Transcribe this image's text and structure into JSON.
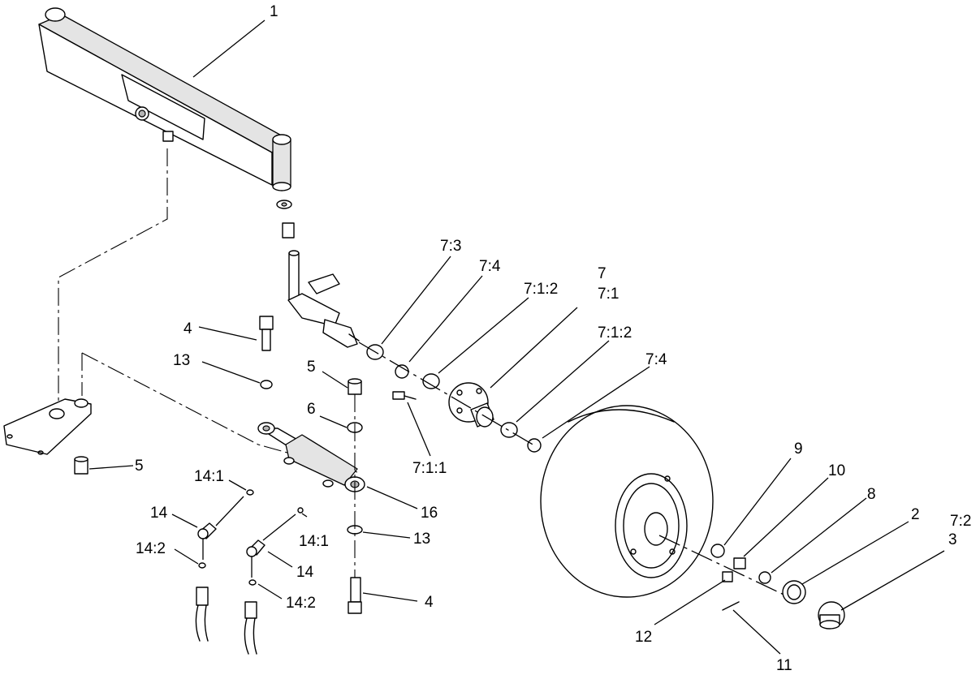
{
  "callouts": [
    {
      "id": "c1",
      "text": "1"
    },
    {
      "id": "c2",
      "text": "7:3"
    },
    {
      "id": "c3",
      "text": "7:4"
    },
    {
      "id": "c4",
      "text": "7:1:2"
    },
    {
      "id": "c5",
      "text": "7"
    },
    {
      "id": "c6",
      "text": "7:1"
    },
    {
      "id": "c7",
      "text": "7:1:2"
    },
    {
      "id": "c8",
      "text": "7:4"
    },
    {
      "id": "c9",
      "text": "4"
    },
    {
      "id": "c10",
      "text": "13"
    },
    {
      "id": "c11",
      "text": "5"
    },
    {
      "id": "c12",
      "text": "6"
    },
    {
      "id": "c13",
      "text": "7:1:1"
    },
    {
      "id": "c14",
      "text": "5"
    },
    {
      "id": "c15",
      "text": "14:1"
    },
    {
      "id": "c16",
      "text": "14"
    },
    {
      "id": "c17",
      "text": "16"
    },
    {
      "id": "c18",
      "text": "14:1"
    },
    {
      "id": "c19",
      "text": "13"
    },
    {
      "id": "c20",
      "text": "14:2"
    },
    {
      "id": "c21",
      "text": "14"
    },
    {
      "id": "c22",
      "text": "14:2"
    },
    {
      "id": "c23",
      "text": "4"
    },
    {
      "id": "c24",
      "text": "9"
    },
    {
      "id": "c25",
      "text": "10"
    },
    {
      "id": "c26",
      "text": "8"
    },
    {
      "id": "c27",
      "text": "2"
    },
    {
      "id": "c28",
      "text": "7:2"
    },
    {
      "id": "c29",
      "text": "3"
    },
    {
      "id": "c30",
      "text": "12"
    },
    {
      "id": "c31",
      "text": "11"
    }
  ]
}
